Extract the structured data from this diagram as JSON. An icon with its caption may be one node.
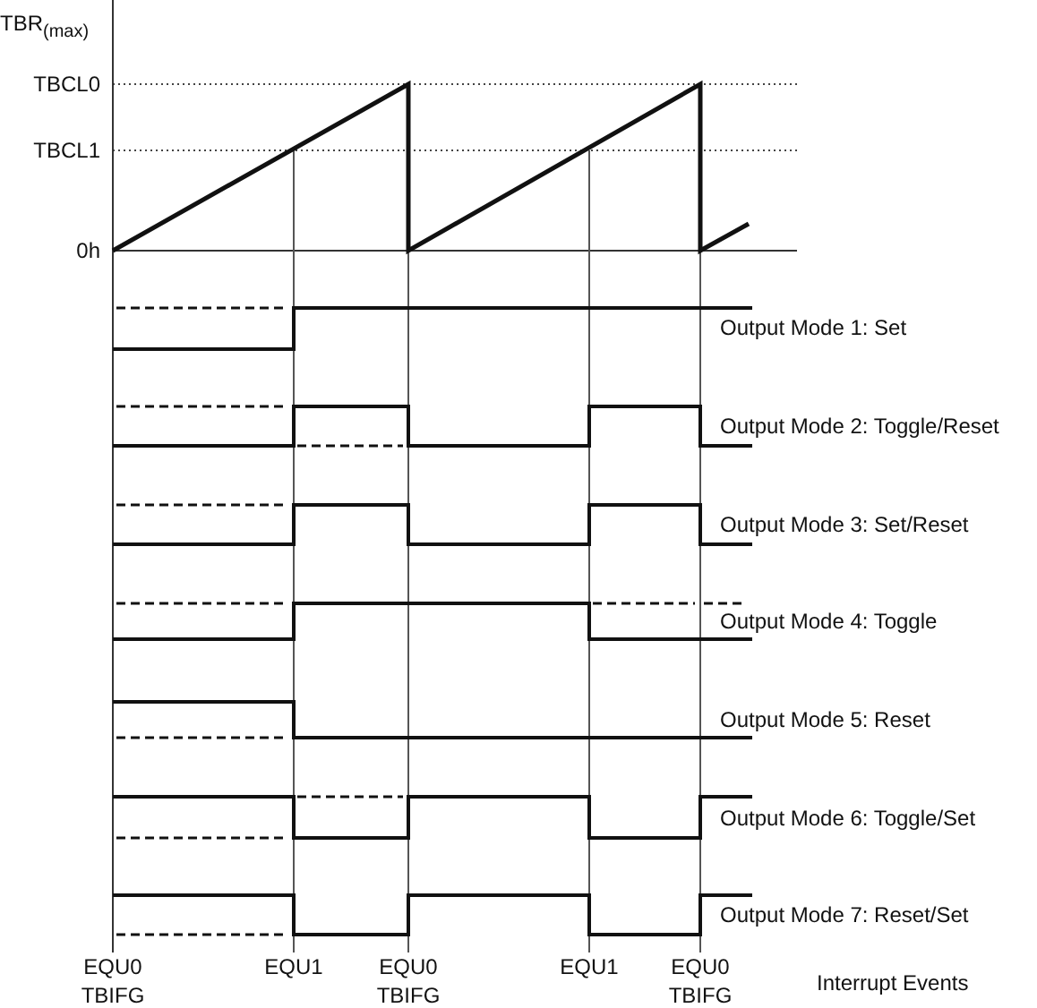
{
  "diagram": {
    "labels": [
      "TBR$_{(max)}$",
      "TBCL0",
      "TBCL1",
      "0h",
      "Output Mode 1: Set",
      "Output Mode 2: Toggle/Reset",
      "Output Mode 3: Set/Reset",
      "Output Mode 4: Toggle",
      "Output Mode 5: Reset",
      "Output Mode 6: Toggle/Set",
      "Output Mode 7: Reset/Set",
      "EQU0 TBIFG",
      "EQU1",
      "EQU0 TBIFG",
      "EQU1",
      "EQU0 TBIFG",
      "Interrupt Events"
    ]
  }
}
